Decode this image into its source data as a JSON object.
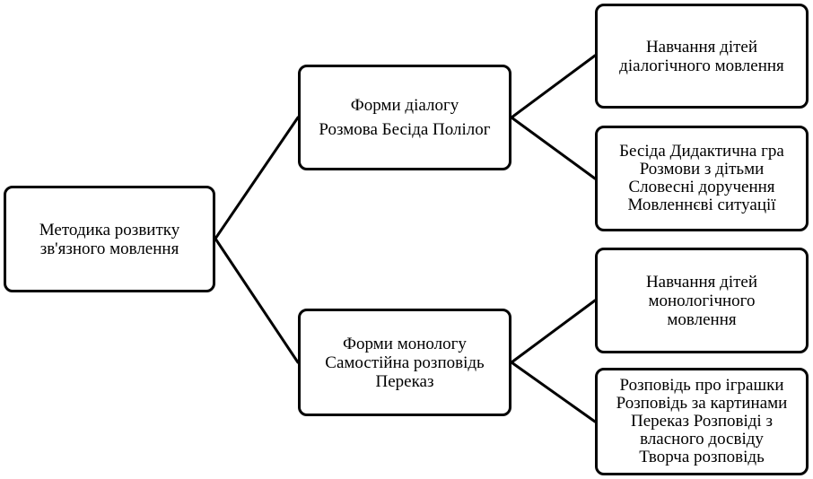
{
  "diagram": {
    "root": {
      "lines": [
        "Методика розвитку",
        "зв'язного мовлення"
      ]
    },
    "dialogue": {
      "lines": [
        "Форми діалогу",
        "Розмова Бесіда Полілог"
      ],
      "learning": {
        "lines": [
          "Навчання дітей",
          "діалогічного мовлення"
        ]
      },
      "methods": {
        "lines": [
          "Бесіда Дидактична гра",
          "Розмови з дітьми",
          "Словесні доручення",
          "Мовленнєві ситуації"
        ]
      }
    },
    "monologue": {
      "lines": [
        "Форми монологу",
        "Самостійна розповідь",
        "Переказ"
      ],
      "learning": {
        "lines": [
          "Навчання дітей",
          "монологічного",
          "мовлення"
        ]
      },
      "methods": {
        "lines": [
          "Розповідь про іграшки",
          "Розповідь за картинами",
          "Переказ Розповіді з",
          "власного досвіду",
          "Творча розповідь"
        ]
      }
    },
    "colors": {
      "stroke": "#000000",
      "fill": "#ffffff",
      "text": "#000000"
    }
  }
}
